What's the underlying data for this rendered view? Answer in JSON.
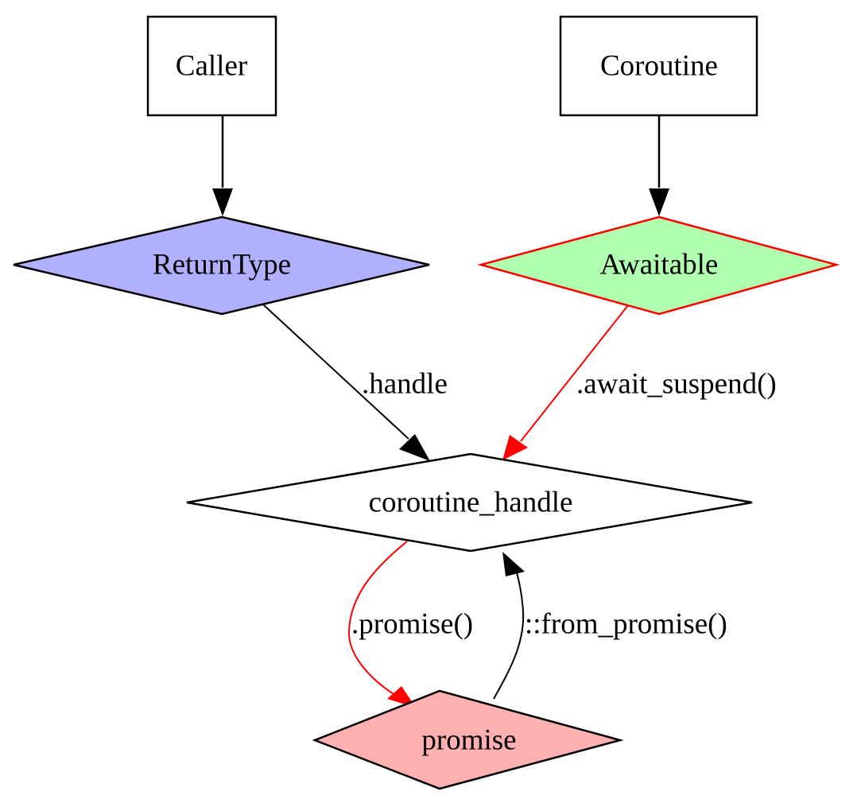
{
  "diagram": {
    "type": "directed-graph",
    "nodes": [
      {
        "id": "caller",
        "label": "Caller",
        "shape": "box",
        "fill": "#ffffff",
        "stroke": "#000000"
      },
      {
        "id": "coroutine",
        "label": "Coroutine",
        "shape": "box",
        "fill": "#ffffff",
        "stroke": "#000000"
      },
      {
        "id": "returntype",
        "label": "ReturnType",
        "shape": "diamond",
        "fill": "#b0b0ff",
        "stroke": "#000000"
      },
      {
        "id": "awaitable",
        "label": "Awaitable",
        "shape": "diamond",
        "fill": "#b0ffb0",
        "stroke": "#ff0000"
      },
      {
        "id": "coroutine_handle",
        "label": "coroutine_handle",
        "shape": "diamond",
        "fill": "#ffffff",
        "stroke": "#000000"
      },
      {
        "id": "promise",
        "label": "promise",
        "shape": "diamond",
        "fill": "#ffb0b0",
        "stroke": "#000000"
      }
    ],
    "edges": [
      {
        "id": "caller-returntype",
        "from": "caller",
        "to": "returntype",
        "label": "",
        "color": "#000000"
      },
      {
        "id": "coroutine-awaitable",
        "from": "coroutine",
        "to": "awaitable",
        "label": "",
        "color": "#000000"
      },
      {
        "id": "returntype-handle",
        "from": "returntype",
        "to": "coroutine_handle",
        "label": ".handle",
        "color": "#000000"
      },
      {
        "id": "awaitable-handle",
        "from": "awaitable",
        "to": "coroutine_handle",
        "label": ".await_suspend()",
        "color": "#ff0000"
      },
      {
        "id": "handle-promise",
        "from": "coroutine_handle",
        "to": "promise",
        "label": ".promise()",
        "color": "#ff0000"
      },
      {
        "id": "promise-handle",
        "from": "promise",
        "to": "coroutine_handle",
        "label": "::from_promise()",
        "color": "#000000"
      }
    ]
  }
}
